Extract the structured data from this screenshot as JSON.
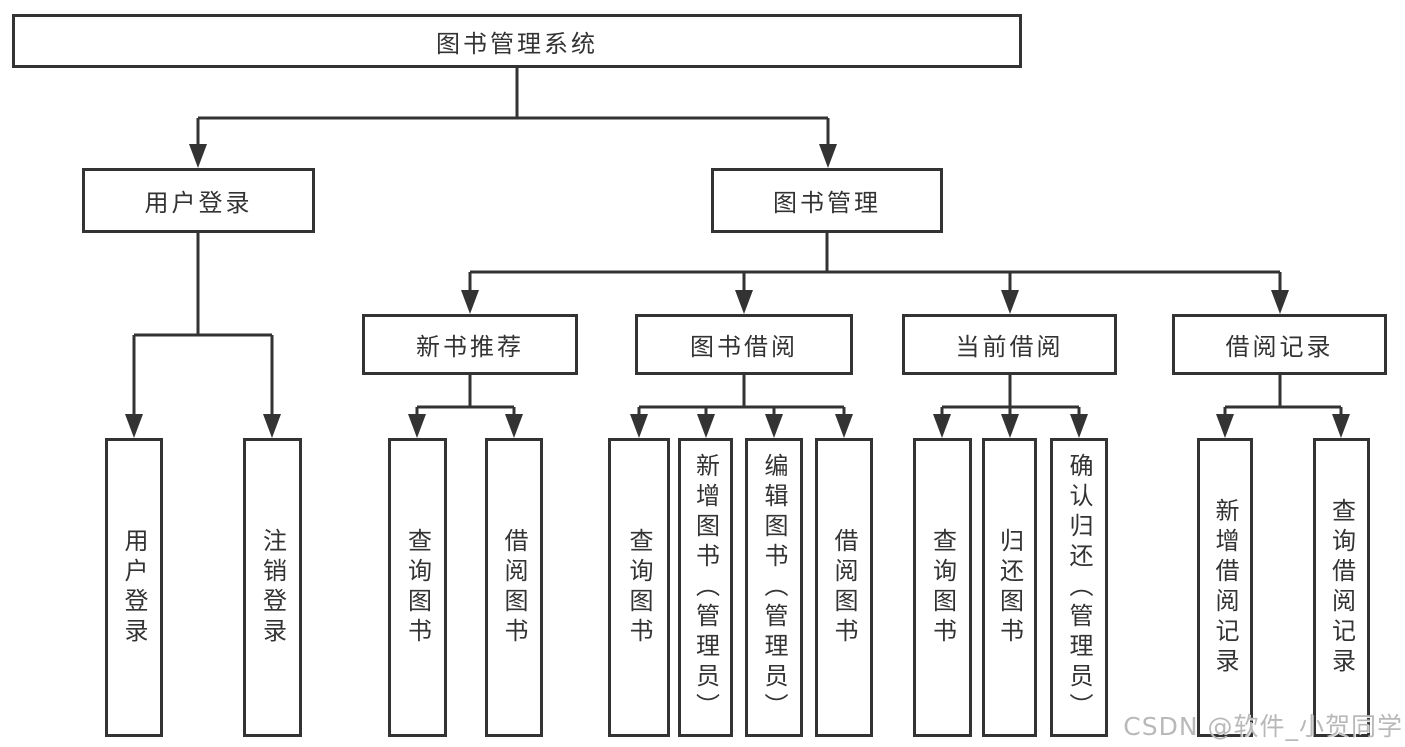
{
  "diagram": {
    "root": {
      "label": "图书管理系统"
    },
    "level2": [
      {
        "label": "用户登录"
      },
      {
        "label": "图书管理"
      }
    ],
    "level3": [
      {
        "label": "新书推荐"
      },
      {
        "label": "图书借阅"
      },
      {
        "label": "当前借阅"
      },
      {
        "label": "借阅记录"
      }
    ],
    "leaves": {
      "user_login": [
        "用户登录",
        "注销登录"
      ],
      "new_book_recommend": [
        "查询图书",
        "借阅图书"
      ],
      "book_borrow": [
        "查询图书",
        "新增图书（管理员）",
        "编辑图书（管理员）",
        "借阅图书"
      ],
      "current_borrow": [
        "查询图书",
        "归还图书",
        "确认归还（管理员）"
      ],
      "borrow_records": [
        "新增借阅记录",
        "查询借阅记录"
      ]
    }
  },
  "watermark": {
    "text": "CSDN @软件_小贺同学"
  },
  "colors": {
    "line": "#333333",
    "text": "#333333",
    "background": "#ffffff",
    "watermark": "#b9b9b9"
  }
}
